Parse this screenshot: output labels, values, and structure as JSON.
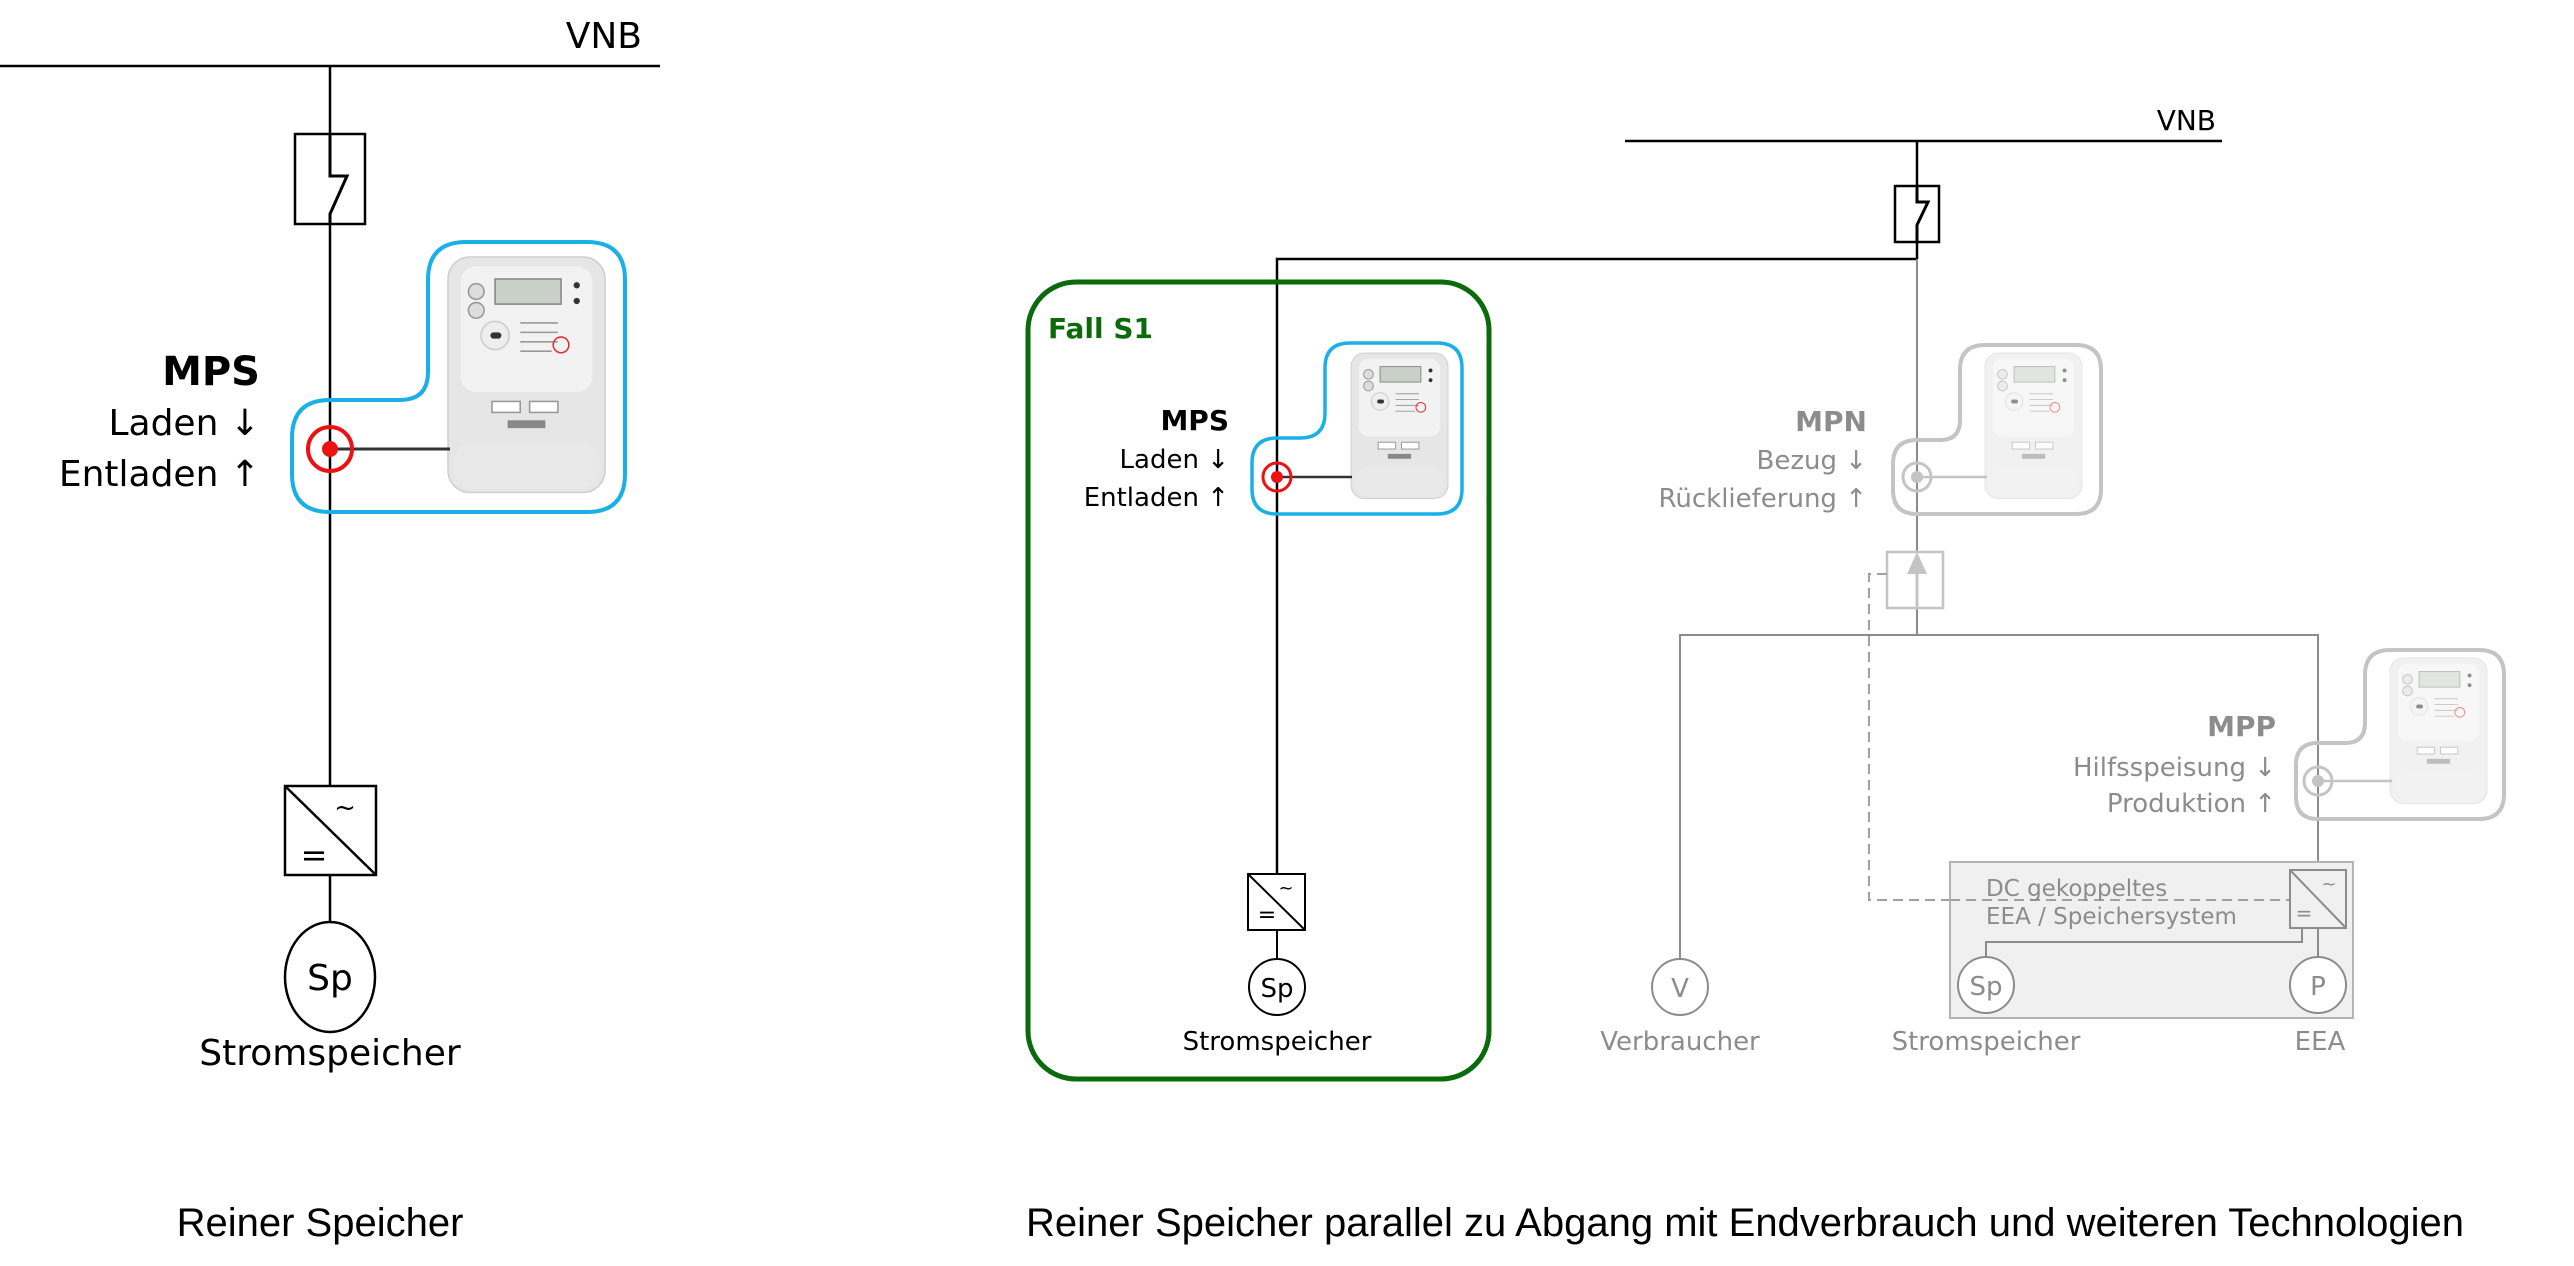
{
  "left_panel": {
    "grid_label": "VNB",
    "meter": {
      "name": "MPS",
      "line1": "Laden ↓",
      "line2": "Entladen ↑"
    },
    "storage_symbol": "Sp",
    "storage_label": "Stromspeicher",
    "caption": "Reiner Speicher"
  },
  "right_panel": {
    "grid_label": "VNB",
    "case_box": {
      "title": "Fall S1",
      "meter": {
        "name": "MPS",
        "line1": "Laden ↓",
        "line2": "Entladen ↑"
      },
      "storage_symbol": "Sp",
      "storage_label": "Stromspeicher"
    },
    "meter_mpn": {
      "name": "MPN",
      "line1": "Bezug ↓",
      "line2": "Rücklieferung ↑"
    },
    "meter_mpp": {
      "name": "MPP",
      "line1": "Hilfsspeisung ↓",
      "line2": "Produktion ↑"
    },
    "consumer_symbol": "V",
    "consumer_label": "Verbraucher",
    "dc_system": {
      "line1": "DC gekoppeltes",
      "line2": "EEA / Speichersystem",
      "storage_symbol": "Sp",
      "storage_label": "Stromspeicher",
      "producer_symbol": "P",
      "producer_label": "EEA"
    },
    "caption": "Reiner Speicher parallel zu Abgang mit Endverbrauch und weiteren Technologien"
  },
  "symbols": {
    "ac": "~",
    "dc": "="
  },
  "colors": {
    "line": "#000000",
    "faded": "#8c8c8c",
    "meter_highlight": "#1ab0e6",
    "measure_point": "#ee1111",
    "case_box": "#0b6b0b",
    "dc_box_fill": "#f0f0f0"
  }
}
